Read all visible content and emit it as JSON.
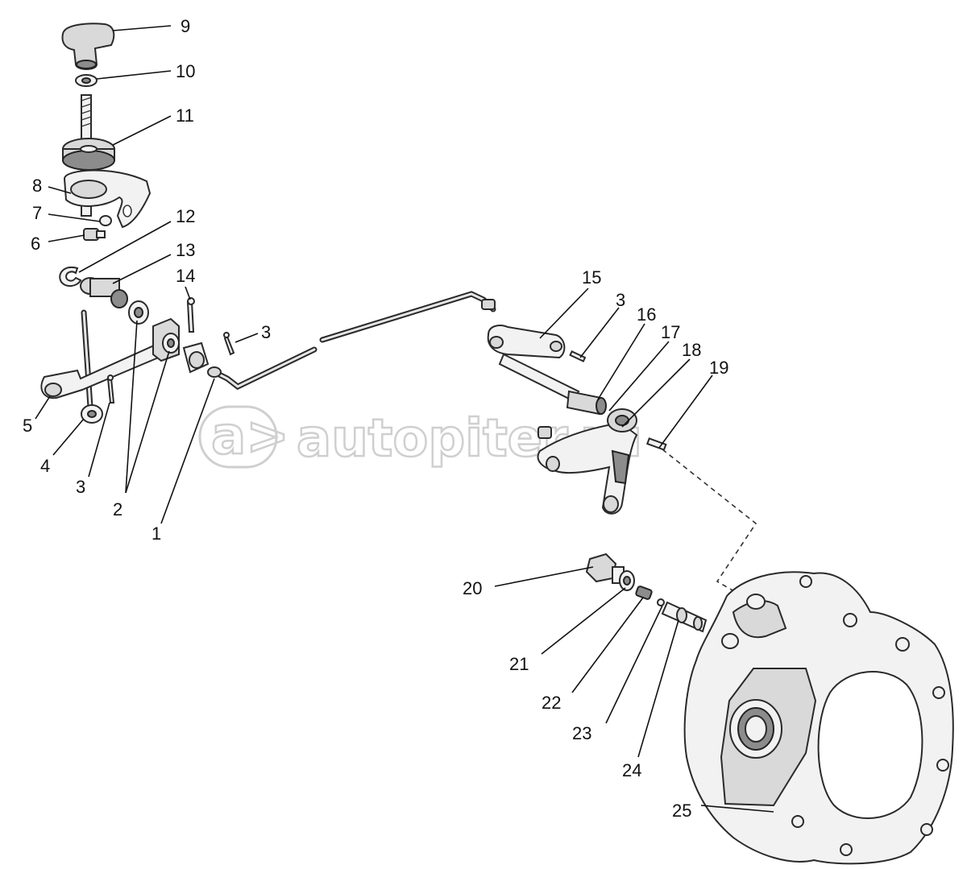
{
  "watermark": {
    "text": "autopiter.ru",
    "logo_glyph": "a>"
  },
  "callouts": [
    {
      "id": "c9",
      "label": "9"
    },
    {
      "id": "c10",
      "label": "10"
    },
    {
      "id": "c11",
      "label": "11"
    },
    {
      "id": "c8",
      "label": "8"
    },
    {
      "id": "c7",
      "label": "7"
    },
    {
      "id": "c12",
      "label": "12"
    },
    {
      "id": "c6",
      "label": "6"
    },
    {
      "id": "c13",
      "label": "13"
    },
    {
      "id": "c14",
      "label": "14"
    },
    {
      "id": "c3a",
      "label": "3"
    },
    {
      "id": "c5",
      "label": "5"
    },
    {
      "id": "c4",
      "label": "4"
    },
    {
      "id": "c3b",
      "label": "3"
    },
    {
      "id": "c2",
      "label": "2"
    },
    {
      "id": "c1",
      "label": "1"
    },
    {
      "id": "c15",
      "label": "15"
    },
    {
      "id": "c3c",
      "label": "3"
    },
    {
      "id": "c16",
      "label": "16"
    },
    {
      "id": "c17",
      "label": "17"
    },
    {
      "id": "c18",
      "label": "18"
    },
    {
      "id": "c19",
      "label": "19"
    },
    {
      "id": "c20",
      "label": "20"
    },
    {
      "id": "c21",
      "label": "21"
    },
    {
      "id": "c22",
      "label": "22"
    },
    {
      "id": "c23",
      "label": "23"
    },
    {
      "id": "c24",
      "label": "24"
    },
    {
      "id": "c25",
      "label": "25"
    }
  ]
}
